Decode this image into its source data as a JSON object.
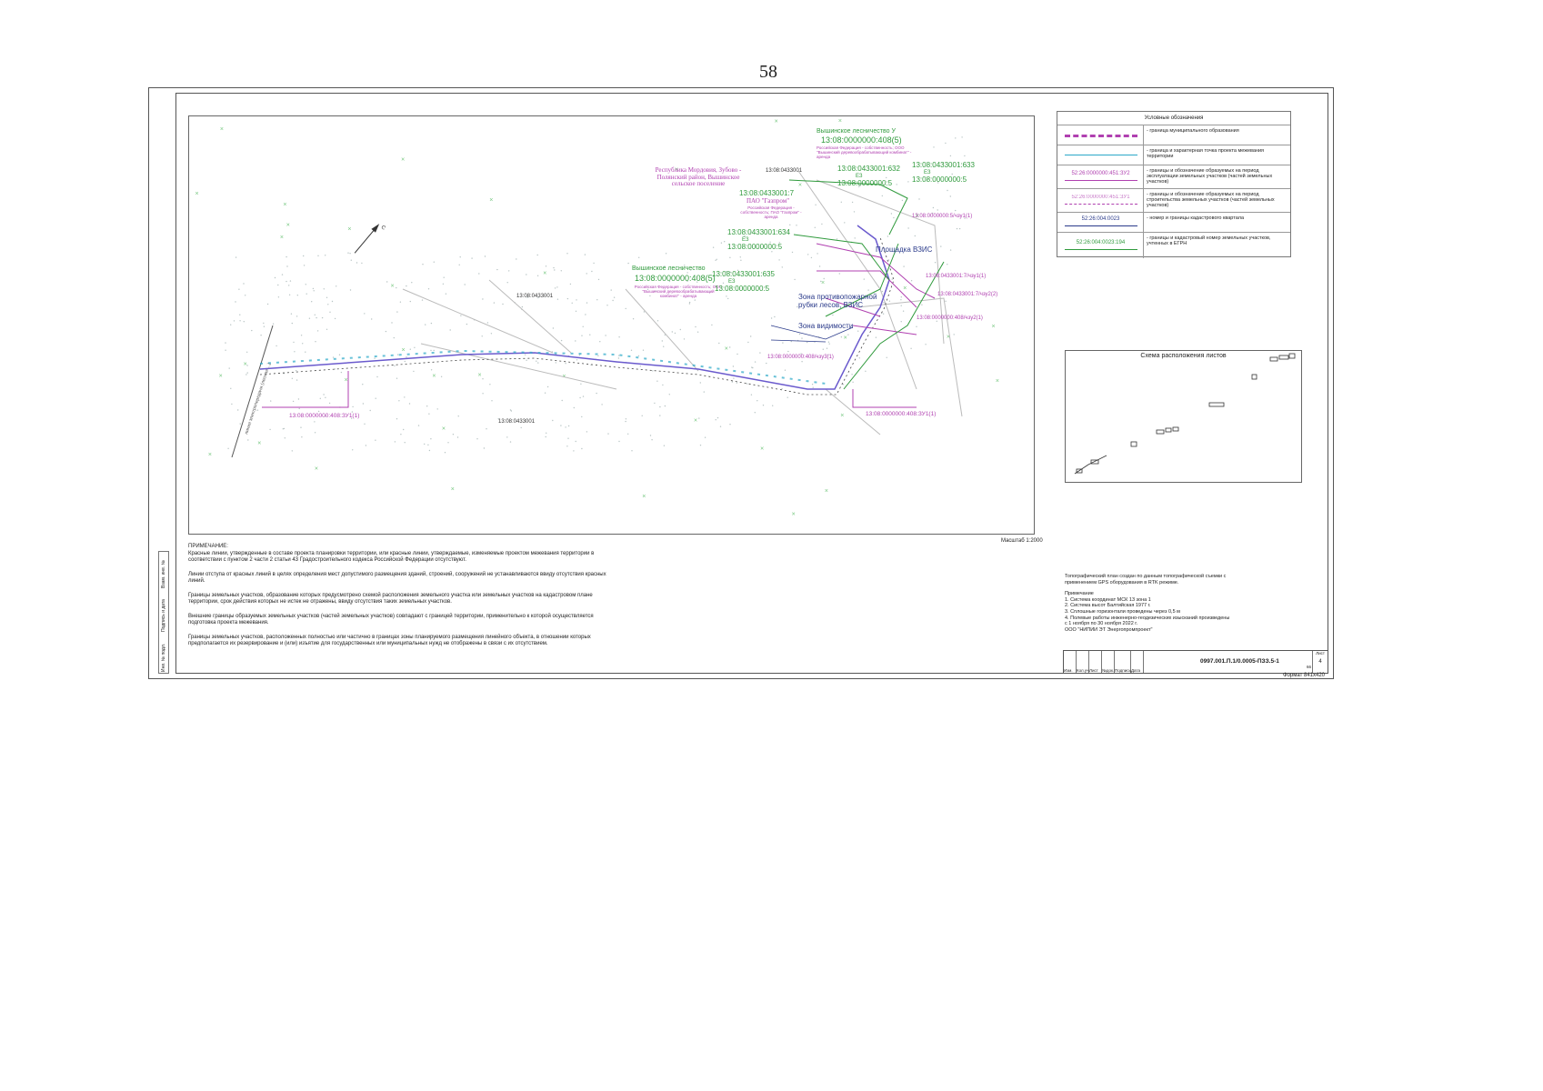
{
  "page_number": "58",
  "map": {
    "scale": "Масштаб 1:2000",
    "labels": {
      "vyshinskoe_top": "Вышинское лесничество У",
      "cad_top": "13:08:0000000:408(5)",
      "owner_top": "Российская Федерация - собственность; ООО \"Вышинский деревообрабатывающий комбинат\" - аренда",
      "republic": "Республика Мордовия, Зубово - Полянский район, Вышинское сельское поселение",
      "kv_top": "13:08:0433001",
      "cad_632": "13:08:0433001:632",
      "ez1": "ЕЗ",
      "cad_5a": "13:08:0000000:5",
      "cad_633": "13:08:0433001:633",
      "ez2": "ЕЗ",
      "cad_5b": "13:08:0000000:5",
      "cad_7": "13:08:0433001:7",
      "gazprom": "ПАО \"Газпром\"",
      "gazprom_owner": "Российская Федерация - собственность; ПАО \"Газпром\" - аренда",
      "cad_634": "13:08:0433001:634",
      "ez3": "ЕЗ",
      "cad_5c": "13:08:0000000:5",
      "ploshchadka": "Площадка ВЗИС",
      "vyshinskoe_mid": "Вышинское лесничество",
      "cad_mid": "13:08:0000000:408(5)",
      "owner_mid": "Российская Федерация - собственность; ООО \"Вышинский деревообрабатывающий комбинат\" - аренда",
      "cad_635": "13:08:0433001:635",
      "ez4": "ЕЗ",
      "cad_5d": "13:08:0000000:5",
      "zona_rubki": "Зона противопожарной рубки лесов, ВЗИС",
      "zona_vid": "Зона видимости",
      "kv_left": "13:08:0433001",
      "kv_bottom": "13:08:0433001",
      "zu_left": "13:08:0000000:408:ЗУ1(1)",
      "zu_bottom": "13:08:0000000:408:ЗУ1(1)",
      "zu_center": "13:08:0000000:408/чзу3(1)",
      "zu_r1": "13:08:0000000:5/чзу1(1)",
      "zu_r2": "13:08:0433001:7/чзу1(1)",
      "zu_r3": "13:08:0433001:7/чзу2(2)",
      "zu_r4": "13:08:0000000:408/чзу2(1)",
      "road": "линия электропередачи (лесная ...)"
    }
  },
  "legend": {
    "title": "Условные обозначения",
    "rows": [
      {
        "code": "",
        "text": "- граница муниципального образования"
      },
      {
        "code": "",
        "text": "- граница и характерная точка проекта межевания территории"
      },
      {
        "code": "52:26:0000000:451:ЗУ2",
        "text": "- границы и обозначение образуемых на период эксплуатации земельных участков (частей земельных участков)"
      },
      {
        "code": "52:26:0000000:451:ЗУ1",
        "text": "- границы и обозначение образуемых на период строительства земельных участков (частей земельных участков)"
      },
      {
        "code": "52:26:004:0023",
        "text": "- номер и границы кадастрового квартала"
      },
      {
        "code": "52:26:004:0023:194",
        "text": "- границы и кадастровый номер земельных участков, учтенных в ЕГРН"
      }
    ],
    "colors": {
      "municipal": "#b040b0",
      "project": "#2aa8c8",
      "exploit": "#b040b0",
      "build": "#b040b0",
      "quarter": "#2a3a8a",
      "egrn": "#2f9a3c"
    }
  },
  "scheme": {
    "title": "Схема расположения листов"
  },
  "notes": {
    "heading": "ПРИМЕЧАНИЕ:",
    "p1": "Красные линии, утвержденные в составе проекта планировки территории, или красные линии, утверждаемые, изменяемые проектом межевания территории в соответствии с пунктом 2 части 2 статьи 43 Градостроительного кодекса Российской Федерации отсутствуют.",
    "p2": "Линии отступа от красных линий в целях определения мест допустимого размещения зданий, строений, сооружений не устанавливаются ввиду отсутствия красных линий.",
    "p3": "Границы земельных участков, образование которых предусмотрено схемой расположения земельного участка или земельных участков на кадастровом плане территории, срок действия которых не истек не отражены, ввиду отсутствия таких земельных участков.",
    "p4": "Внешние границы образуемых земельных участков (частей земельных участков) совпадают с границей территории, применительно к которой осуществляется подготовка проекта межевания.",
    "p5": "Границы земельных участков, расположенных полностью или частично в границах зоны планируемого размещения линейного объекта, в отношении которых предполагается их резервирование и (или) изъятие для государственных или муниципальных нужд не отображены в связи с их отсутствием."
  },
  "topo": {
    "intro": "Топографический план создан по данным топографической съемки с применением GPS оборудования в RTK режиме.",
    "head": "Примечание",
    "items": [
      "1.      Система координат МСК 13 зона 1",
      "2.      Система высот Балтийская 1977 г.",
      "3.      Сплошные горизонтали проведены через 0,5 м",
      "4.      Полевые работы инженерно-геодезических изысканий произведены с 1 ноября по 30 ноября 2022 г.",
      "ООО \"НИПИИ ЭТ Энергопромпроект\""
    ]
  },
  "stamp": {
    "code": "0997.001.П.1/0.0005-ПЗЗ.5-1",
    "sheet_label": "Лист",
    "sheet_num": "4",
    "page": "66",
    "cols": [
      "Изм.",
      "Кол.уч",
      "Лист",
      "№док.",
      "Подпись",
      "Дата"
    ]
  },
  "sidebar": [
    "Взам. инв. №",
    "Подпись и дата",
    "Инв. № подл."
  ],
  "format": "Формат 841х420"
}
